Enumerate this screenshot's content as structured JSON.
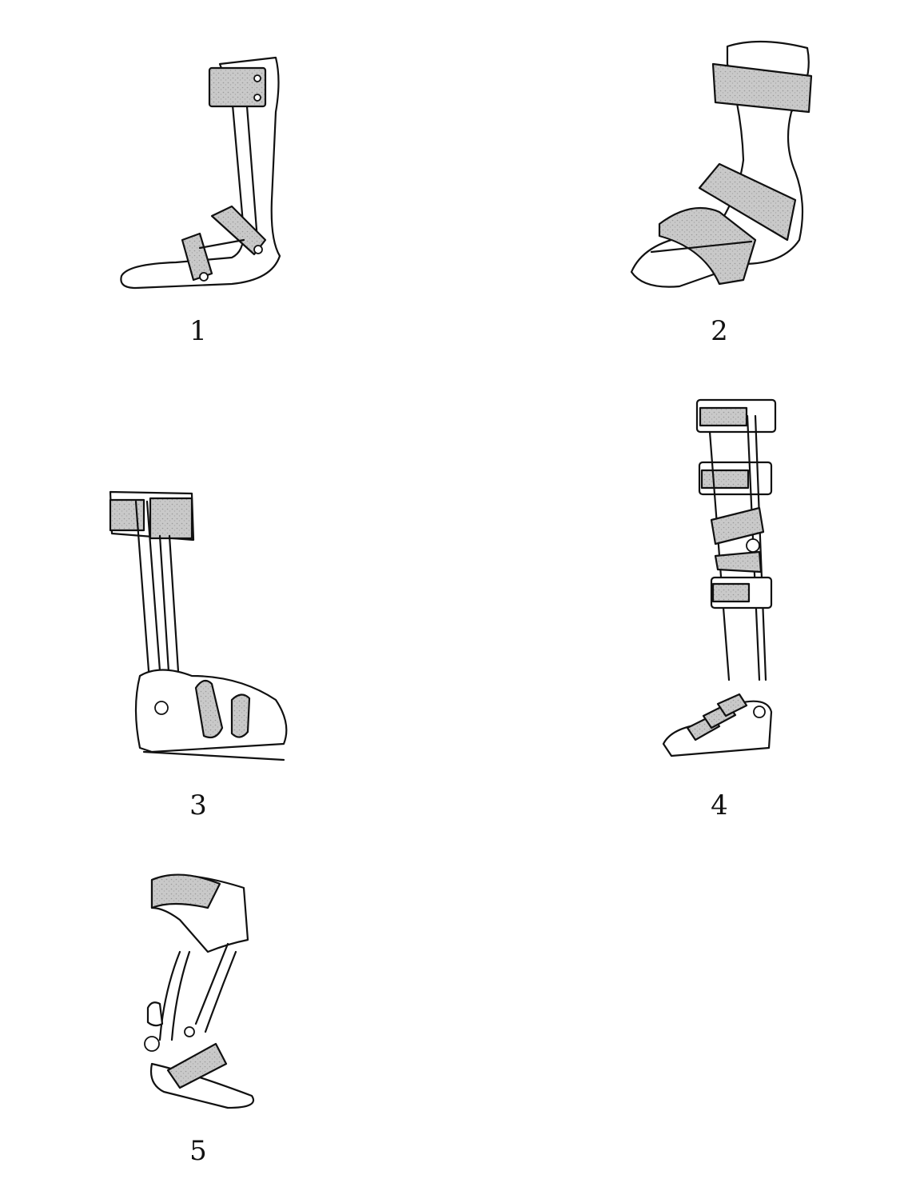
{
  "figures": [
    {
      "id": "1",
      "label": "1",
      "kind": "orthosis-drawing",
      "icon": "ankle-foot-orthosis-strapped-icon"
    },
    {
      "id": "2",
      "label": "2",
      "kind": "orthosis-drawing",
      "icon": "ankle-foot-orthosis-wrap-icon"
    },
    {
      "id": "3",
      "label": "3",
      "kind": "orthosis-drawing",
      "icon": "shoe-attached-brace-icon"
    },
    {
      "id": "4",
      "label": "4",
      "kind": "orthosis-drawing",
      "icon": "knee-ankle-foot-orthosis-icon"
    },
    {
      "id": "5",
      "label": "5",
      "kind": "orthosis-drawing",
      "icon": "hinged-ankle-orthosis-icon"
    }
  ],
  "colors": {
    "line": "#111111",
    "strap_fill": "#c8c8c8",
    "background": "#ffffff"
  }
}
